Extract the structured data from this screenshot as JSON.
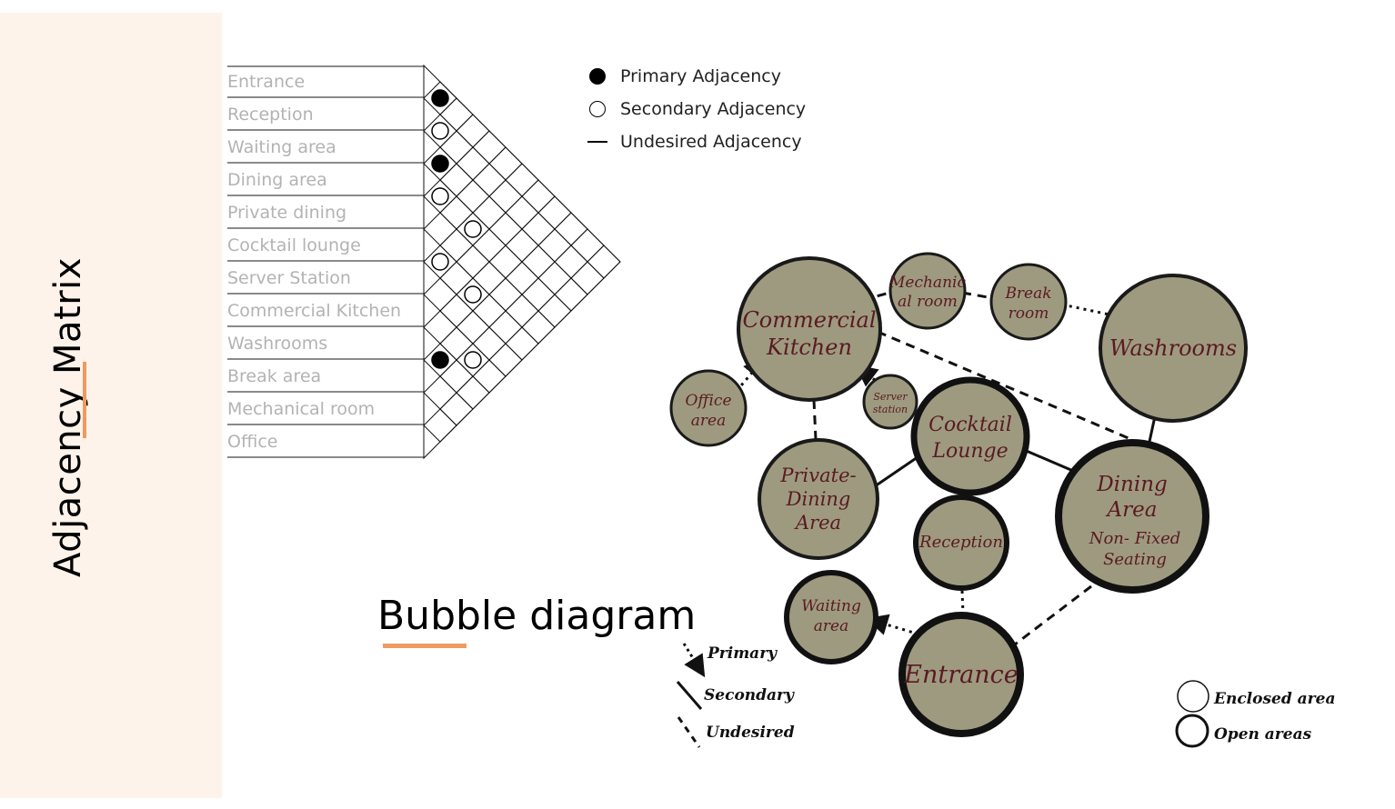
{
  "sidebar": {
    "title": "Adjacency Matrix"
  },
  "matrix": {
    "rooms": [
      "Entrance",
      "Reception",
      "Waiting area",
      "Dining area",
      "Private dining",
      "Cocktail lounge",
      "Server Station",
      "Commercial Kitchen",
      "Washrooms",
      "Break area",
      "Mechanical room",
      "Office"
    ],
    "marks": [
      {
        "pair": [
          "Entrance",
          "Reception"
        ],
        "type": "primary"
      },
      {
        "pair": [
          "Reception",
          "Waiting area"
        ],
        "type": "secondary"
      },
      {
        "pair": [
          "Waiting area",
          "Dining area"
        ],
        "type": "primary"
      },
      {
        "pair": [
          "Dining area",
          "Private dining"
        ],
        "type": "secondary"
      },
      {
        "pair": [
          "Dining area",
          "Server Station"
        ],
        "type": "secondary"
      },
      {
        "pair": [
          "Cocktail lounge",
          "Server Station"
        ],
        "type": "secondary"
      },
      {
        "pair": [
          "Cocktail lounge",
          "Washrooms"
        ],
        "type": "secondary"
      },
      {
        "pair": [
          "Washrooms",
          "Break area"
        ],
        "type": "primary"
      },
      {
        "pair": [
          "Commercial Kitchen",
          "Mechanical room"
        ],
        "type": "secondary"
      }
    ]
  },
  "matrix_legend": {
    "primary": "Primary Adjacency",
    "secondary": "Secondary Adjacency",
    "undesired": "Undesired Adjacency"
  },
  "bubble_diagram": {
    "title": "Bubble diagram",
    "bubbles": {
      "commercial_kitchen": [
        "Commercial",
        "Kitchen"
      ],
      "mechanical_room": [
        "Mechanic",
        "al room"
      ],
      "break_room": [
        "Break",
        "room"
      ],
      "washrooms": [
        "Washrooms"
      ],
      "office_area": [
        "Office",
        "area"
      ],
      "server_station": [
        "Server",
        "station"
      ],
      "cocktail_lounge": [
        "Cocktail",
        "Lounge"
      ],
      "private_dining": [
        "Private-",
        "Dining",
        "Area"
      ],
      "dining_area": [
        "Dining",
        "Area",
        "Non- Fixed",
        "Seating"
      ],
      "reception": [
        "Reception"
      ],
      "waiting_area": [
        "Waiting",
        "area"
      ],
      "entrance": [
        "Entrance"
      ]
    },
    "line_legend": {
      "primary": "Primary",
      "secondary": "Secondary",
      "undesired": "Undesired"
    },
    "area_legend": {
      "enclosed": "Enclosed area",
      "open": "Open areas"
    },
    "colors": {
      "bubble_fill": "#9e9a80",
      "bubble_text": "#5a1a22",
      "accent": "#ee9b62",
      "sidebar": "#fdf3ea"
    }
  }
}
